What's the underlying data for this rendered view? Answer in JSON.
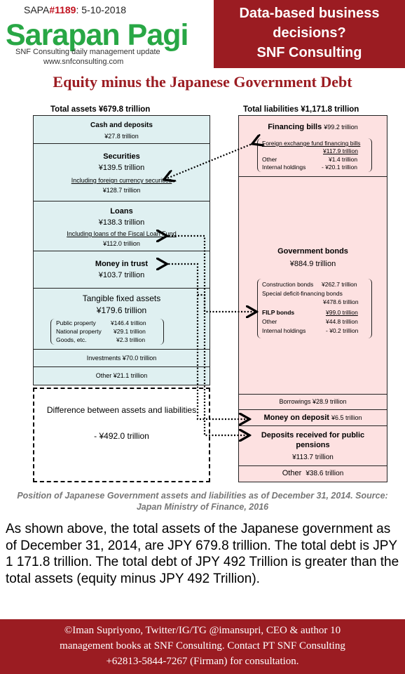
{
  "header": {
    "sapa_prefix": "SAPA",
    "sapa_number": "#1189",
    "sapa_date": ": 5-10-2018",
    "logo": "Sarapan Pagi",
    "tagline": "SNF Consulting daily management update",
    "website": "www.snfconsulting.com",
    "promo_lines": [
      "Data-based business",
      "decisions?",
      "SNF Consulting"
    ],
    "brand_color": "#9b1c22",
    "logo_color": "#28a745"
  },
  "title": "Equity minus the Japanese Government Debt",
  "assets": {
    "heading": "Total assets   ¥679.8 trillion",
    "cash": {
      "name": "Cash and deposits",
      "value": "¥27.8 trillion"
    },
    "securities": {
      "name": "Securities",
      "value": "¥139.5 trillion",
      "sub_label": "Including foreign currency securities",
      "sub_value": "¥128.7 trillion"
    },
    "loans": {
      "name": "Loans",
      "value": "¥138.3 trillion",
      "sub_label": "Including loans of the Fiscal Loan Fund",
      "sub_value": "¥112.0 trillion"
    },
    "money_in_trust": {
      "name": "Money in trust",
      "value": "¥103.7 trillion"
    },
    "tangible": {
      "name": "Tangible fixed assets",
      "value": "¥179.6 trillion",
      "items": [
        {
          "label": "Public property",
          "value": "¥146.4 trillion"
        },
        {
          "label": "National property",
          "value": "¥29.1 trillion"
        },
        {
          "label": "Goods, etc.",
          "value": "¥2.3 trillion"
        }
      ]
    },
    "investments": "Investments  ¥70.0 trillion",
    "other": "Other  ¥21.1 trillion",
    "difference": {
      "name": "Difference between assets and liabilities",
      "value": "- ¥492.0 trillion"
    }
  },
  "liabilities": {
    "heading": "Total liabilities   ¥1,171.8 trillion",
    "financing_bills": {
      "name": "Financing bills",
      "value": "¥99.2 trillion",
      "items": [
        {
          "label": "Foreign exchange fund financing bills",
          "value": "¥117.9 trillion"
        },
        {
          "label": "Other",
          "value": "¥1.4 trillion"
        },
        {
          "label": "Internal holdings",
          "value": "- ¥20.1 trillion"
        }
      ]
    },
    "government_bonds": {
      "name": "Government bonds",
      "value": "¥884.9 trillion",
      "items": [
        {
          "label": "Construction bonds",
          "value": "¥262.7 trillion"
        },
        {
          "label": "Special deficit-financing bonds",
          "value": ""
        },
        {
          "label": "",
          "value": "¥478.6 trillion"
        },
        {
          "label": "FILP bonds",
          "value": "¥99.0 trillion"
        },
        {
          "label": "Other",
          "value": "¥44.8 trillion"
        },
        {
          "label": "Internal holdings",
          "value": "- ¥0.2 trillion"
        }
      ]
    },
    "borrowings": "Borrowings  ¥28.9 trillion",
    "money_on_deposit": {
      "name": "Money on deposit",
      "value": "¥6.5 trillion"
    },
    "deposits_pensions": {
      "name": "Deposits received for public pensions",
      "value": "¥113.7 trillion"
    },
    "other": {
      "name": "Other",
      "value": "¥38.6 trillion"
    }
  },
  "caption": "Position of Japanese Government assets and liabilities as of December 31, 2014. Source: Japan Ministry of Finance, 2016",
  "body_text": "As shown above, the total assets of the Japanese government as of December 31, 2014, are JPY 679.8 trillion. The total debt is JPY 1 171.8 trillion. The total debt of JPY 492 Trillion is greater than the total assets (equity minus JPY 492 Trillion).",
  "footer_lines": [
    "©Iman Supriyono, Twitter/IG/TG @imansupri, CEO & author 10",
    "management books at SNF Consulting. Contact PT SNF Consulting",
    "+62813-5844-7267 (Firman) for consultation."
  ]
}
